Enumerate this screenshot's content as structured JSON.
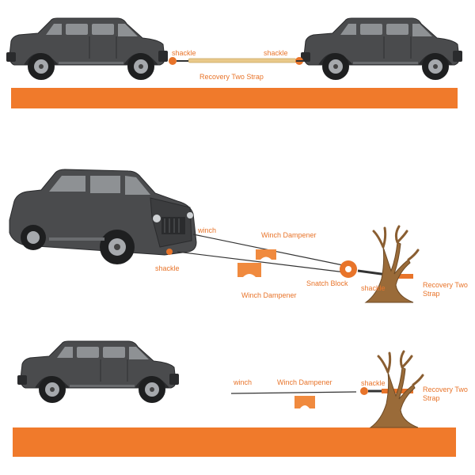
{
  "colors": {
    "accent": "#e8742a",
    "ground": "#f07a2b",
    "vehicle": "#4a4b4d",
    "tree": "#9a6b39"
  },
  "scenes": [
    {
      "name": "vehicle-to-vehicle",
      "labels": {
        "shackle_left": "shackle",
        "shackle_right": "shackle",
        "strap": "Recovery Two Strap"
      }
    },
    {
      "name": "winch-with-snatch-block",
      "labels": {
        "winch": "winch",
        "winch_dampener_top": "Winch Dampener",
        "shackle": "shackle",
        "snatch_block": "Snatch Block",
        "shackle_tree": "shackle",
        "winch_dampener_bottom": "Winch Dampener",
        "strap": "Recovery Two Strap"
      }
    },
    {
      "name": "winch-to-tree",
      "labels": {
        "winch": "winch",
        "winch_dampener": "Winch Dampener",
        "shackle": "shackle",
        "strap": "Recovery Two Strap"
      }
    }
  ]
}
